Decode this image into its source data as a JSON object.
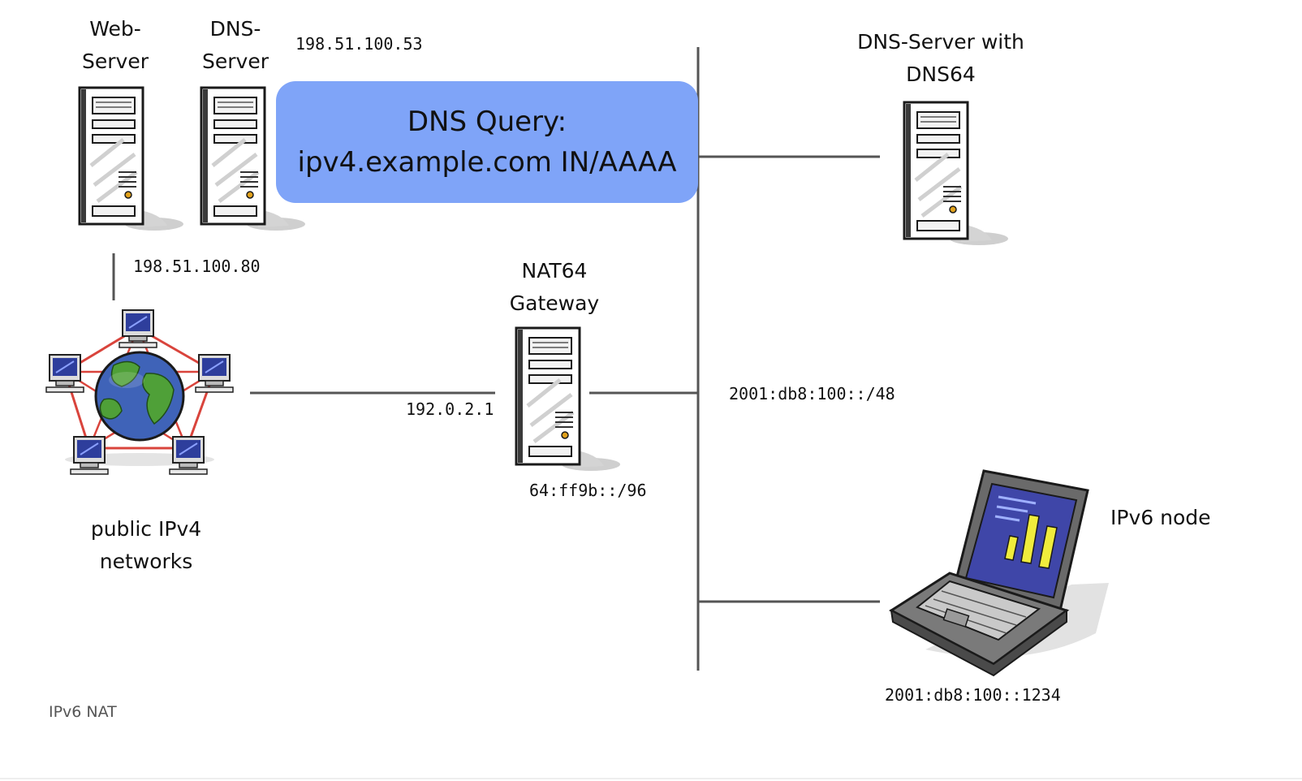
{
  "labels": {
    "web_server": [
      "Web-",
      "Server"
    ],
    "dns_server": [
      "DNS-",
      "Server"
    ],
    "dns64_server": [
      "DNS-Server with",
      "DNS64"
    ],
    "nat64_gateway": [
      "NAT64",
      "Gateway"
    ],
    "ipv4_networks": [
      "public IPv4",
      "networks"
    ],
    "ipv6_node": "IPv6 node"
  },
  "addresses": {
    "dns_server_ip": "198.51.100.53",
    "web_server_ip": "198.51.100.80",
    "gateway_ipv4": "192.0.2.1",
    "nat64_prefix": "64:ff9b::/96",
    "ipv6_network": "2001:db8:100::/48",
    "ipv6_node_ip": "2001:db8:100::1234"
  },
  "query_bubble": {
    "title": "DNS Query:",
    "query": "ipv4.example.com IN/AAAA"
  },
  "caption": "IPv6 NAT",
  "colors": {
    "bubble": "#7fa4f8",
    "link": "#555555",
    "ring": "#d9443c",
    "globe_ocean": "#3f63b8",
    "globe_land": "#4fa038",
    "laptop_screen": "#3f46a8",
    "chart_bars": "#f0ec3c"
  },
  "icons": {
    "server": "server-tower-icon",
    "network": "network-globe-icon",
    "laptop": "laptop-icon"
  }
}
